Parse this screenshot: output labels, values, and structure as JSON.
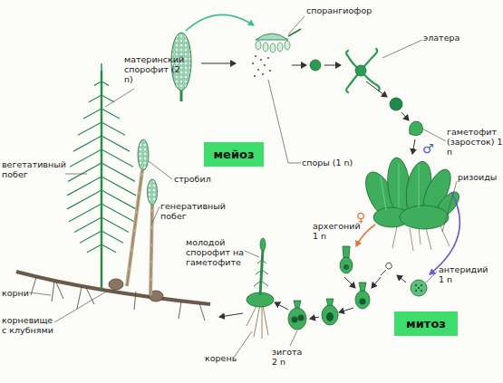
{
  "diagram": {
    "nodes": [
      {
        "text": [
          "мейоз"
        ]
      },
      {
        "text": [
          "митоз"
        ]
      }
    ],
    "labels": [
      "спорангиофор",
      "элатера",
      "материнский спорофит (2 n)",
      "споры (1 n)",
      "гаметофит (заросток) 1 n",
      "♂",
      "ризоиды",
      "♀",
      "вегетативный побег",
      "стробил",
      "генеративный побег",
      "архегоний 1 n",
      "антеридий 1 n",
      "молодой спорофит на гаметофите",
      "корни",
      "корневище с клубнями",
      "зигота 2 n",
      "корень"
    ]
  }
}
